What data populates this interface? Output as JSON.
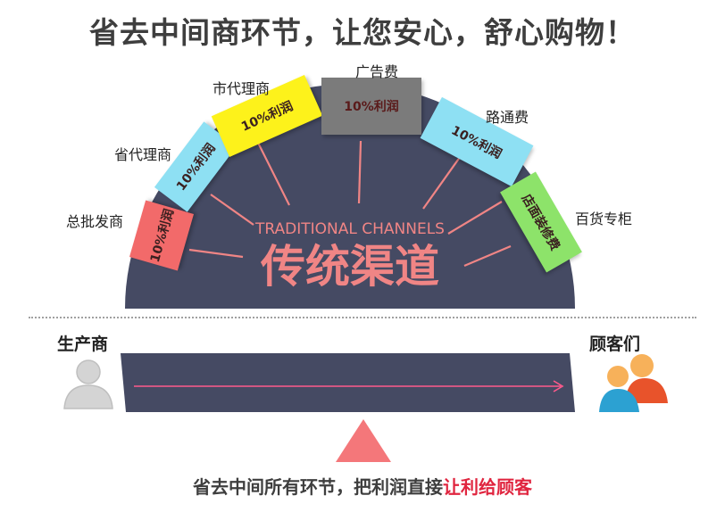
{
  "headline": "省去中间商环节，让您安心，舒心购物！",
  "semicircle": {
    "subtitle": "TRADITIONAL CHANNELS",
    "title": "传统渠道"
  },
  "segments": [
    {
      "name": "总批发商",
      "tile": "10%利润",
      "color": "#f26a6a"
    },
    {
      "name": "省代理商",
      "tile": "10%利润",
      "color": "#8ee0f3"
    },
    {
      "name": "市代理商",
      "tile": "10%利润",
      "color": "#fdf21b"
    },
    {
      "name": "广告费",
      "tile": "10%利润",
      "color": "#7b7b7b"
    },
    {
      "name": "路通费",
      "tile": "10%利润",
      "color": "#8ee0f3"
    },
    {
      "name": "百货专柜",
      "tile": "店面装修费",
      "color": "#8de36a"
    }
  ],
  "producer_label": "生产商",
  "customer_label": "顾客们",
  "bottom": {
    "text": "省去中间所有环节，把利润直接",
    "highlight": "让利给顾客"
  },
  "colors": {
    "semicircle": "#454a63",
    "pink_text": "#f08585",
    "arrow": "#ff5a8c",
    "triangle": "#f4777a",
    "highlight": "#e0253f"
  }
}
